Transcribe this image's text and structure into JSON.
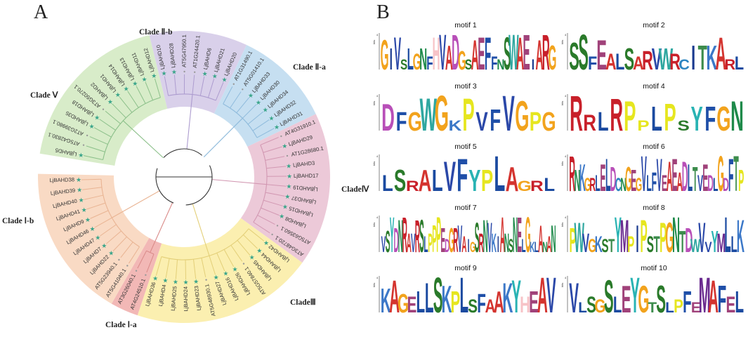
{
  "panel_labels": {
    "a": "A",
    "b": "B"
  },
  "clades": [
    {
      "id": "IIa",
      "label": "Clade Ⅱ-a",
      "color": "#d8ecc9",
      "branch": "#8cc08a"
    },
    {
      "id": "IIb",
      "label": "Clade Ⅱ-b",
      "color": "#f9dac4",
      "branch": "#e9b493"
    },
    {
      "id": "V",
      "label": "Clade Ⅴ",
      "color": "#f2b8b6",
      "branch": "#d98a88"
    },
    {
      "id": "Ib",
      "label": "Clade Ⅰ-b",
      "color": "#fbefb0",
      "branch": "#e3cf78"
    },
    {
      "id": "Ia",
      "label": "Clade Ⅰ-a",
      "color": "#ecc9d8",
      "branch": "#d298b2"
    },
    {
      "id": "III",
      "label": "CladeⅢ",
      "color": "#c6dff1",
      "branch": "#8fbbdc"
    },
    {
      "id": "IV",
      "label": "CladeⅣ",
      "color": "#d9d0ea",
      "branch": "#ad9ccf"
    }
  ],
  "leaves": [
    {
      "name": "LjBAHD5",
      "clade": "IIa",
      "star": true
    },
    {
      "name": "AT5G42830.1",
      "clade": "IIa",
      "star": false
    },
    {
      "name": "AT2G39980.1",
      "clade": "IIa",
      "star": false
    },
    {
      "name": "LjBAHD35",
      "clade": "IIa",
      "star": true
    },
    {
      "name": "LjBAHD18",
      "clade": "IIa",
      "star": true
    },
    {
      "name": "AT3G50270.1",
      "clade": "IIa",
      "star": false
    },
    {
      "name": "LjBAHD2",
      "clade": "IIa",
      "star": true
    },
    {
      "name": "LjBAHD1",
      "clade": "IIa",
      "star": true
    },
    {
      "name": "LjBAHD14",
      "clade": "IIa",
      "star": true
    },
    {
      "name": "LjBAHD13",
      "clade": "IIa",
      "star": true
    },
    {
      "name": "LjBAHD11",
      "clade": "IIa",
      "star": true
    },
    {
      "name": "LjBAHD12",
      "clade": "IIa",
      "star": true
    },
    {
      "name": "LjBAHD10",
      "clade": "IV",
      "star": true
    },
    {
      "name": "LjBAHD28",
      "clade": "IV",
      "star": true
    },
    {
      "name": "AT5G47950.1",
      "clade": "IV",
      "star": false
    },
    {
      "name": "AT1G24420.1",
      "clade": "IV",
      "star": false
    },
    {
      "name": "LjBAHD6",
      "clade": "IV",
      "star": true
    },
    {
      "name": "LjBAHD21",
      "clade": "IV",
      "star": true
    },
    {
      "name": "LjBAHD20",
      "clade": "IV",
      "star": true
    },
    {
      "name": "AT1G31490.1",
      "clade": "III",
      "star": false
    },
    {
      "name": "AT5G01410.1",
      "clade": "III",
      "star": false
    },
    {
      "name": "LjBAHD33",
      "clade": "III",
      "star": true
    },
    {
      "name": "LjBAHD30",
      "clade": "III",
      "star": true
    },
    {
      "name": "LjBAHD34",
      "clade": "III",
      "star": true
    },
    {
      "name": "LjBAHD32",
      "clade": "III",
      "star": true
    },
    {
      "name": "LjBAHD31",
      "clade": "III",
      "star": true
    },
    {
      "name": "AT4G31910.1",
      "clade": "Ia",
      "star": false
    },
    {
      "name": "LjBAHD29",
      "clade": "Ia",
      "star": true
    },
    {
      "name": "AT1G28680.1",
      "clade": "Ia",
      "star": false
    },
    {
      "name": "LjBAHD3",
      "clade": "Ia",
      "star": true
    },
    {
      "name": "LjBAHD17",
      "clade": "Ia",
      "star": true
    },
    {
      "name": "LjBAHD19",
      "clade": "Ia",
      "star": true
    },
    {
      "name": "LjBAHD37",
      "clade": "Ia",
      "star": true
    },
    {
      "name": "LjBAHD15",
      "clade": "Ia",
      "star": true
    },
    {
      "name": "LjBAHD8",
      "clade": "Ia",
      "star": true
    },
    {
      "name": "AT5G63560.1",
      "clade": "Ia",
      "star": false
    },
    {
      "name": "AT3G48720.1",
      "clade": "Ia",
      "star": false
    },
    {
      "name": "LjBAHD42",
      "clade": "Ib",
      "star": true
    },
    {
      "name": "LjBAHD44",
      "clade": "Ib",
      "star": true
    },
    {
      "name": "LjBAHD45",
      "clade": "Ib",
      "star": true
    },
    {
      "name": "AT5G57840.1",
      "clade": "Ib",
      "star": false
    },
    {
      "name": "LjBAHD26",
      "clade": "Ib",
      "star": true
    },
    {
      "name": "LjBAHD16",
      "clade": "Ib",
      "star": true
    },
    {
      "name": "LjBAHD27",
      "clade": "Ib",
      "star": true
    },
    {
      "name": "AT5G48930.1",
      "clade": "Ib",
      "star": false
    },
    {
      "name": "LjBAHD23",
      "clade": "Ib",
      "star": true
    },
    {
      "name": "LjBAHD24",
      "clade": "Ib",
      "star": true
    },
    {
      "name": "LjBAHD25",
      "clade": "Ib",
      "star": true
    },
    {
      "name": "LjBAHD4",
      "clade": "Ib",
      "star": true
    },
    {
      "name": "LjBAHD36",
      "clade": "Ib",
      "star": true
    },
    {
      "name": "AT4G24510.1",
      "clade": "V",
      "star": false
    },
    {
      "name": "AT3G26040.1",
      "clade": "V",
      "star": false
    },
    {
      "name": "AT5G41040.1",
      "clade": "IIb",
      "star": false
    },
    {
      "name": "AT5G23940.1",
      "clade": "IIb",
      "star": false
    },
    {
      "name": "LjBAHD22",
      "clade": "IIb",
      "star": true
    },
    {
      "name": "LjBAHD7",
      "clade": "IIb",
      "star": true
    },
    {
      "name": "LjBAHD47",
      "clade": "IIb",
      "star": true
    },
    {
      "name": "LjBAHD46",
      "clade": "IIb",
      "star": true
    },
    {
      "name": "LjBAHD9",
      "clade": "IIb",
      "star": true
    },
    {
      "name": "LjBAHD41",
      "clade": "IIb",
      "star": true
    },
    {
      "name": "LjBAHD40",
      "clade": "IIb",
      "star": true
    },
    {
      "name": "LjBAHD39",
      "clade": "IIb",
      "star": true
    },
    {
      "name": "LjBAHD38",
      "clade": "IIb",
      "star": true
    }
  ],
  "motifs": [
    {
      "title": "motif 1",
      "letters": "GIVSLGNFHVADGSAEFFNSWAEIARG"
    },
    {
      "title": "motif 2",
      "letters": "SSFEALSARVWRCITKARL"
    },
    {
      "title": "motif 3",
      "letters": "DFGWGKPVFVGPG"
    },
    {
      "title": "motif 4",
      "letters": "RRLRPPLPSYFGN"
    },
    {
      "title": "motif 5",
      "letters": "LSRALVFYPLAGRL"
    },
    {
      "title": "motif 6",
      "letters": "RNKGRLELDCNGEGVLFVEAEADLTVEDLGDFTP"
    },
    {
      "title": "motif 7",
      "letters": "VSYDNRAVRSLPPPEDGRVAIGSRNVKIANSNELGKLANAN"
    },
    {
      "title": "motif 8",
      "letters": "PWVGKSTYMPIPSTPGNTDWVVYMLLK"
    },
    {
      "title": "motif 9",
      "letters": "KAGELLSKPLSFAAKYHEAV"
    },
    {
      "title": "motif 10",
      "letters": "VLSGSLEYGTSLPFEMAFEL"
    }
  ],
  "motif_colors": {
    "A": "#d4342f",
    "C": "#2e86c1",
    "D": "#b84fb8",
    "E": "#a0427a",
    "F": "#1f4fa8",
    "G": "#f2a31d",
    "H": "#f7c3c7",
    "I": "#1a3a8f",
    "K": "#3c78c8",
    "L": "#1b4aa0",
    "M": "#6a2b8f",
    "N": "#1e8a4a",
    "P": "#e6e61f",
    "Q": "#ff7b2e",
    "R": "#c8202a",
    "S": "#2a7a2a",
    "T": "#3c8c4c",
    "V": "#2b48a8",
    "W": "#2fa7a0",
    "Y": "#29b3b3"
  },
  "axis": {
    "ylabel": "bits",
    "ymax": "4"
  }
}
